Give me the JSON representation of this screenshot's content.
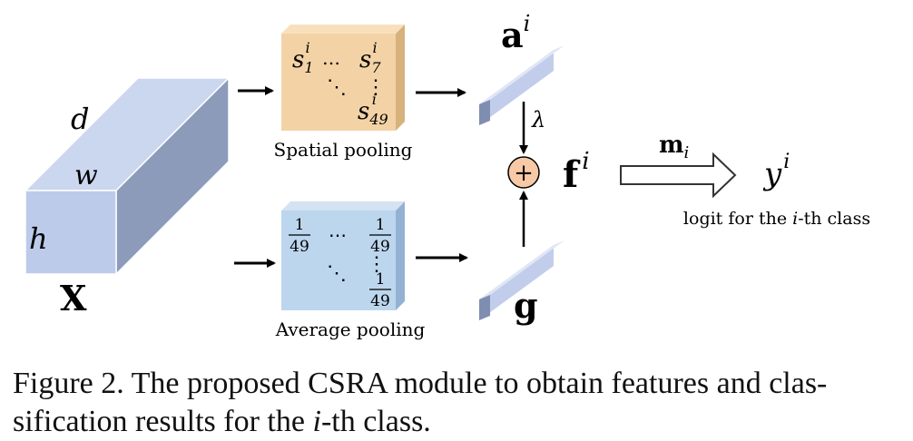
{
  "diagram": {
    "input": {
      "label": "X",
      "dim_d": "d",
      "dim_w": "w",
      "dim_h": "h"
    },
    "spatial_pooling": {
      "label": "Spatial pooling",
      "s": "s",
      "sup": "i",
      "sub_first": "1",
      "sub_last_row1": "7",
      "sub_last": "49",
      "hdots": "…",
      "vdots": "⋮",
      "ddots": "⋱"
    },
    "average_pooling": {
      "label": "Average pooling",
      "numerator": "1",
      "denominator": "49",
      "hdots": "⋯",
      "vdots": "⋮",
      "ddots": "⋱"
    },
    "a_vector": {
      "base": "a",
      "sup": "i"
    },
    "g_vector": {
      "base": "g"
    },
    "lambda": "λ",
    "sum_symbol": "+",
    "f_vector": {
      "base": "f",
      "sup": "i"
    },
    "m_weight": {
      "base": "m",
      "sub": "i"
    },
    "output": {
      "base": "y",
      "sup": "i",
      "label_pre": "logit for the ",
      "label_it": "i",
      "label_post": "-th class"
    }
  },
  "caption": {
    "pre": "Figure 2. The proposed CSRA module to obtain features and clas-sification results for the ",
    "it": "i",
    "post": "-th class."
  },
  "colors": {
    "cube_front": "#bccbea",
    "cube_top": "#cbd6ef",
    "cube_side": "#8d9bbb",
    "spatial_fill": "#f3d3a6",
    "spatial_side": "#d8b27c",
    "average_fill": "#bcd6ee",
    "average_side": "#93b2d3",
    "vector_fill": "#c1cdea",
    "vector_side": "#7f8eb0",
    "plus_fill": "#f7c9a6"
  }
}
